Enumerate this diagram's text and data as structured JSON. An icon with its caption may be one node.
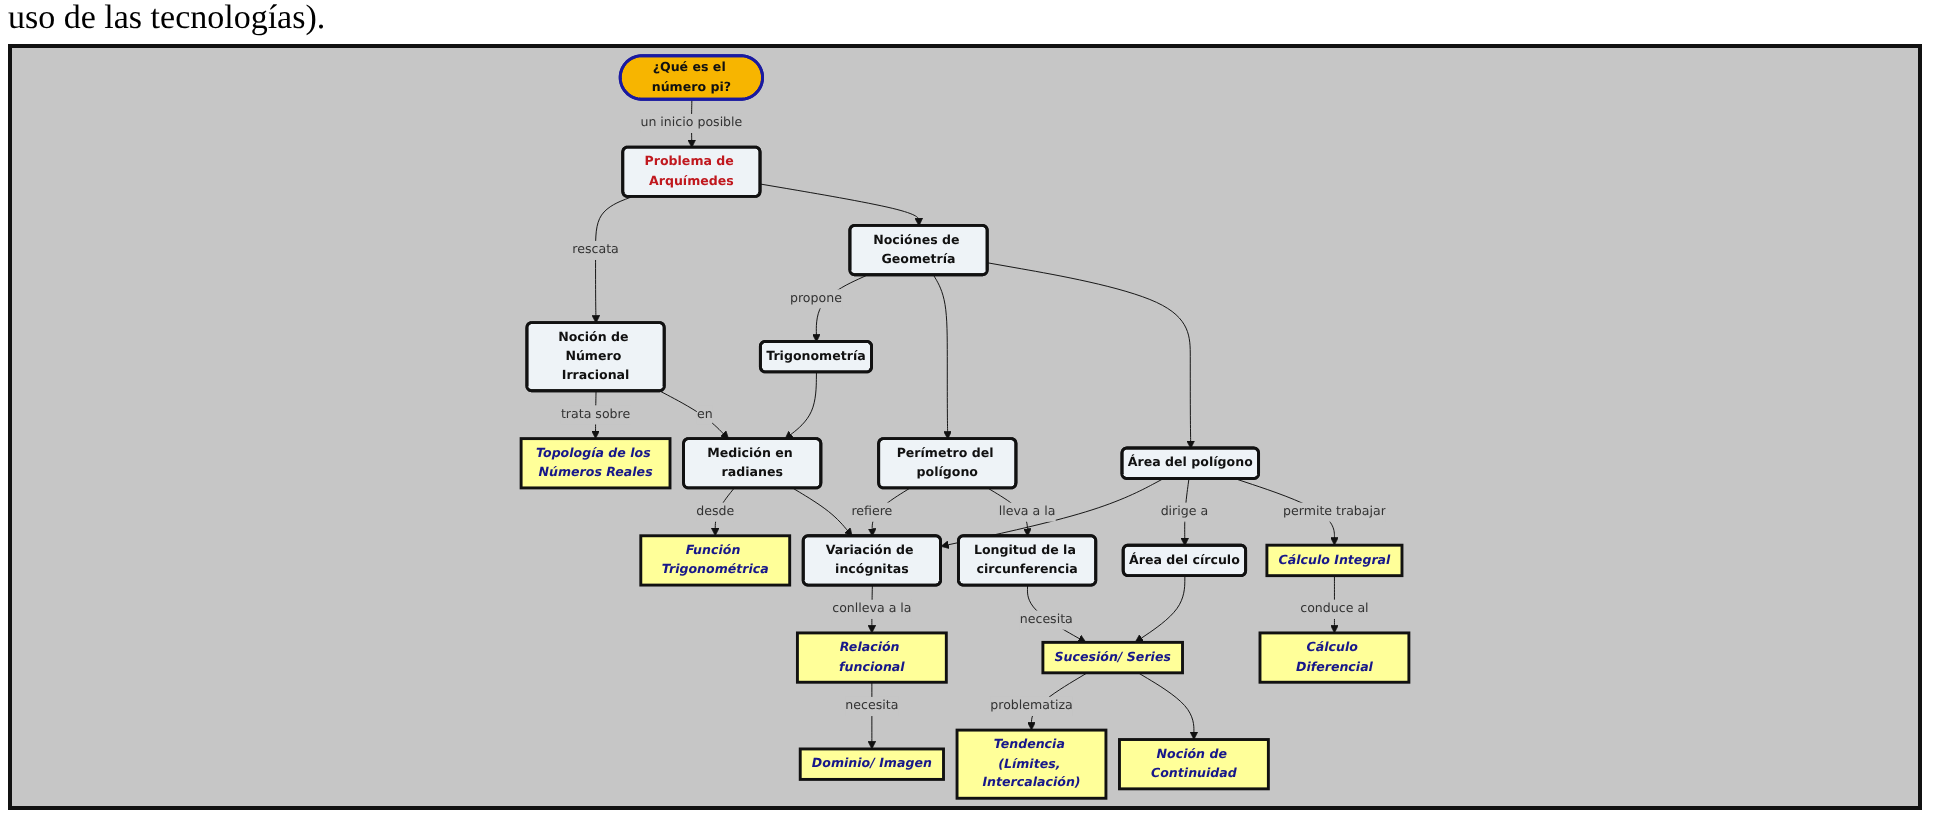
{
  "diagram": {
    "nodes": [
      {
        "text": [
          "¿Qué es el número pi?"
        ]
      },
      {
        "text": [
          "Problema de Arquímedes"
        ]
      },
      {
        "text": [
          "Topología de los Números Reales"
        ]
      },
      {
        "text": [
          "Noción de Número Irracional"
        ]
      },
      {
        "text": [
          "Nociónes de Geometría"
        ]
      },
      {
        "text": [
          "Trigonometría"
        ]
      },
      {
        "text": [
          "Medición en radianes"
        ]
      },
      {
        "text": [
          "Función Trigonométrica"
        ]
      },
      {
        "text": [
          "Perímetro del polígono"
        ]
      },
      {
        "text": [
          "Área del polígono"
        ]
      },
      {
        "text": [
          "Variación de incógnitas"
        ]
      },
      {
        "text": [
          "Relación funcional"
        ]
      },
      {
        "text": [
          "Dominio/ Imagen"
        ]
      },
      {
        "text": [
          "Longitud de la circunferencia"
        ]
      },
      {
        "text": [
          "Área del círculo"
        ]
      },
      {
        "text": [
          "Sucesión/ Series"
        ]
      },
      {
        "text": [
          "Tendencia (Límites, Intercalación)"
        ]
      },
      {
        "text": [
          "Noción de Continuidad"
        ]
      },
      {
        "text": [
          "Cálculo Integral"
        ]
      },
      {
        "text": [
          "Cálculo Diferencial"
        ]
      }
    ],
    "edges": [
      {
        "from": 0,
        "to": 1,
        "arrow": "to",
        "label": "un inicio posible"
      },
      {
        "from": 1,
        "to": 3,
        "arrow": "to",
        "label": "rescata"
      },
      {
        "from": 1,
        "to": 4,
        "arrow": "to"
      },
      {
        "from": 3,
        "to": 2,
        "arrow": "to",
        "label": "trata sobre"
      },
      {
        "from": 3,
        "to": 6,
        "arrow": "to",
        "label": "en"
      },
      {
        "from": 5,
        "to": 6,
        "arrow": "to"
      },
      {
        "from": 4,
        "to": 5,
        "arrow": "to",
        "label": "propone"
      },
      {
        "from": 4,
        "to": 8,
        "arrow": "to"
      },
      {
        "from": 4,
        "to": 9,
        "arrow": "to"
      },
      {
        "from": 6,
        "to": 7,
        "arrow": "to",
        "label": "desde"
      },
      {
        "from": 8,
        "to": 10,
        "arrow": "to",
        "label": "refiere"
      },
      {
        "from": 6,
        "to": 10,
        "arrow": "to"
      },
      {
        "from": 9,
        "to": 10,
        "arrow": "to"
      },
      {
        "from": 10,
        "to": 11,
        "arrow": "to",
        "label": "conlleva a la"
      },
      {
        "from": 11,
        "to": 12,
        "arrow": "to",
        "label": "necesita"
      },
      {
        "from": 8,
        "to": 13,
        "arrow": "to",
        "label": "lleva a la"
      },
      {
        "from": 13,
        "to": 15,
        "arrow": "to",
        "label": "necesita"
      },
      {
        "from": 14,
        "to": 15,
        "arrow": "to"
      },
      {
        "from": 15,
        "to": 16,
        "arrow": "to",
        "label": "problematiza"
      },
      {
        "from": 15,
        "to": 17,
        "arrow": "to"
      },
      {
        "from": 9,
        "to": 14,
        "arrow": "to",
        "label": "dirige a"
      },
      {
        "from": 9,
        "to": 18,
        "arrow": "to",
        "label": "permite trabajar"
      },
      {
        "from": 18,
        "to": 19,
        "arrow": "to",
        "label": "conduce al"
      }
    ],
    "labels": [
      "uso de las tecnologías)."
    ]
  }
}
